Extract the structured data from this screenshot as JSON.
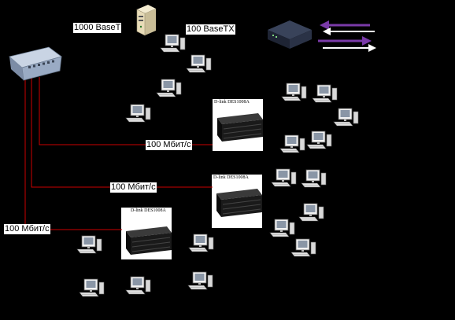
{
  "labels": {
    "gigabit": "1000 BaseT",
    "fast_ethernet": "100 BaseTX",
    "link1": "100 Мбит/с",
    "link2": "100 Мбит/с",
    "link3": "100 Мбит/с"
  },
  "switches": {
    "sw1": "D-link DES1008A",
    "sw2": "D-link DES1008A",
    "sw3": "D-link DES1008A"
  },
  "colors": {
    "background": "#000000",
    "cable": "#cc0000",
    "arrow_purple": "#7a3aa8",
    "arrow_white": "#ffffff"
  },
  "icons": [
    "router-icon",
    "server-icon",
    "modem-icon",
    "switch-icon",
    "computer-icon"
  ]
}
